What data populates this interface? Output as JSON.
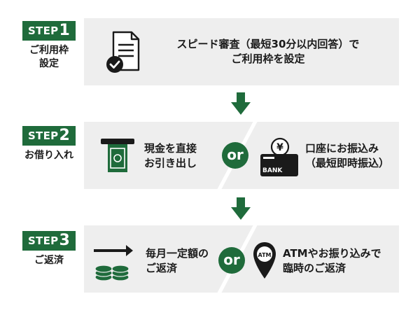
{
  "colors": {
    "green": "#1f6b3b",
    "panel": "#eeeeee"
  },
  "steps": [
    {
      "badge": "STEP",
      "num": "1",
      "title_lines": [
        "ご利用枠",
        "設定"
      ],
      "text_lines": [
        "スピード審査（最短30分以内回答）で",
        "ご利用枠を設定"
      ],
      "icon": "document-check-icon"
    },
    {
      "badge": "STEP",
      "num": "2",
      "title_lines": [
        "お借り入れ"
      ],
      "left_lines": [
        "現金を直接",
        "お引き出し"
      ],
      "right_lines": [
        "口座にお振込み",
        "（最短即時振込）"
      ],
      "or": "or",
      "right_icon_label": "BANK",
      "left_icon": "atm-cash-icon",
      "right_icon": "bank-card-yen-icon"
    },
    {
      "badge": "STEP",
      "num": "3",
      "title_lines": [
        "ご返済"
      ],
      "left_lines": [
        "毎月一定額の",
        "ご返済"
      ],
      "right_lines": [
        "ATMやお振り込みで",
        "臨時のご返済"
      ],
      "or": "or",
      "right_icon_label": "ATM",
      "left_icon": "coins-arrow-icon",
      "right_icon": "atm-location-pin-icon"
    }
  ]
}
